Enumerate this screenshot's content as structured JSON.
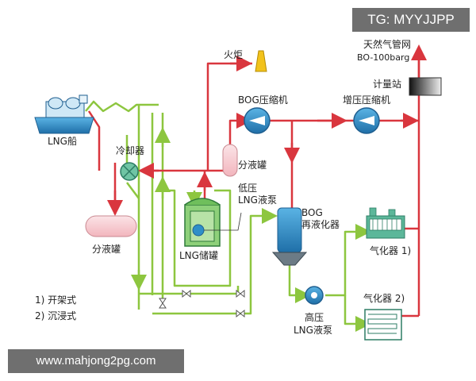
{
  "watermarks": {
    "top_right": "TG: MYYJJPP",
    "bottom_left": "www.mahjong2pg.com"
  },
  "labels": {
    "natural_gas_pipeline_line1": "天然气管网",
    "natural_gas_pipeline_line2": "BO-100barg",
    "flare": "火炬",
    "metering_station": "计量站",
    "bog_compressor": "BOG压缩机",
    "booster_compressor": "增压压缩机",
    "lng_ship": "LNG船",
    "cooler": "冷却器",
    "separator_top": "分液罐",
    "separator_bottom": "分液罐",
    "low_pressure_pump_line1": "低压",
    "low_pressure_pump_line2": "LNG液泵",
    "lng_tank": "LNG储罐",
    "bog_reliquefier_line1": "BOG",
    "bog_reliquefier_line2": "再液化器",
    "vaporizer_1": "气化器 1)",
    "vaporizer_2": "气化器 2)",
    "high_pressure_pump_line1": "高压",
    "high_pressure_pump_line2": "LNG液泵",
    "legend_1": "1) 开架式",
    "legend_2": "2) 沉浸式"
  },
  "colors": {
    "gas_line": "#d9363e",
    "liquid_line": "#8dc63f",
    "equipment_blue": "#2f8fc8",
    "tank_pink": "#f6c9cf",
    "flare_yellow": "#f2c21b",
    "vaporizer_green": "#5cb79a"
  }
}
